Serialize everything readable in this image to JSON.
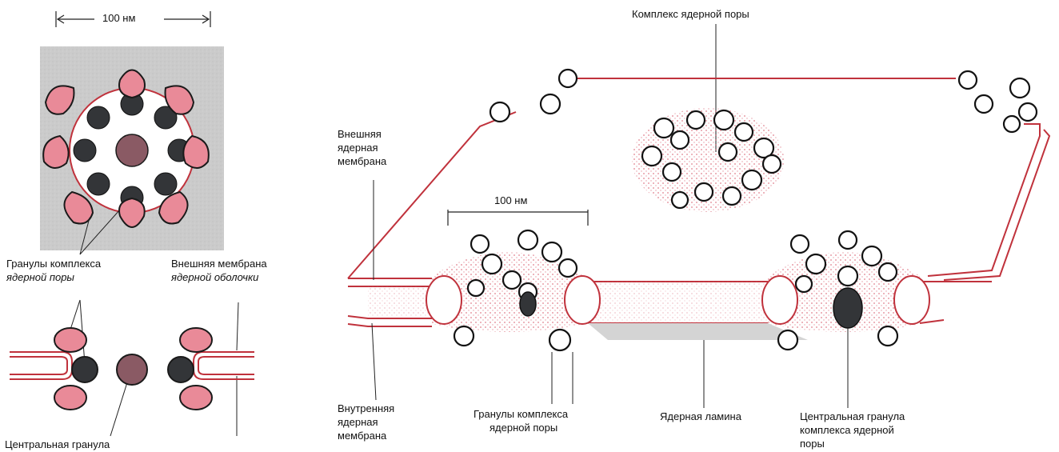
{
  "left_panel": {
    "scale_label": "100 нм",
    "label_granules_line1": "Гранулы комплекса",
    "label_granules_line2": "ядерной поры",
    "label_outer_membrane_line1": "Внешняя мембрана",
    "label_outer_membrane_line2": "ядерной оболочки",
    "label_central_granule": "Центральная гранула"
  },
  "right_panel": {
    "title": "Комплекс ядерной поры",
    "scale_label": "100 нм",
    "label_outer_nuclear_line1": "Внешняя",
    "label_outer_nuclear_line2": "ядерная",
    "label_outer_nuclear_line3": "мембрана",
    "label_inner_nuclear_line1": "Внутренняя",
    "label_inner_nuclear_line2": "ядерная",
    "label_inner_nuclear_line3": "мембрана",
    "label_granules_line1": "Гранулы комплекса",
    "label_granules_line2": "ядерной поры",
    "label_lamina": "Ядерная ламина",
    "label_central_line1": "Центральная гранула",
    "label_central_line2": "комплекса ядерной",
    "label_central_line3": "поры"
  },
  "colors": {
    "membrane": "#c0323c",
    "granule_pink": "#e98a98",
    "granule_dark": "#333538",
    "central_granule": "#8a5a64",
    "background_gray": "#cdcdcd"
  }
}
